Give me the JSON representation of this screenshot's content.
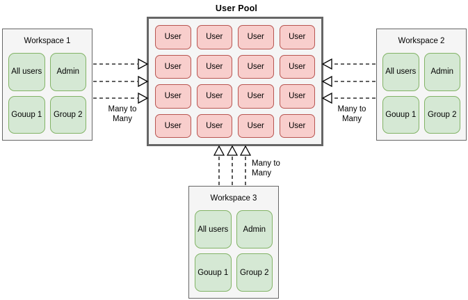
{
  "diagram": {
    "title": "User Pool",
    "relationship_label": "Many to\nMany"
  },
  "pool": {
    "title": "User Pool",
    "fill_color": "#f5f5f5",
    "border_color": "#666666",
    "chip_fill": "#f8cecc",
    "chip_border": "#b85450",
    "columns": 4,
    "rows": 4,
    "users": [
      "User",
      "User",
      "User",
      "User",
      "User",
      "User",
      "User",
      "User",
      "User",
      "User",
      "User",
      "User",
      "User",
      "User",
      "User",
      "User"
    ]
  },
  "workspaces": [
    {
      "id": "ws1",
      "title": "Workspace 1",
      "groups": [
        "All users",
        "Admin",
        "Gouup 1",
        "Group 2"
      ],
      "relationship": "Many to\nMany",
      "connector_count": 3,
      "connector_direction": "to-pool-right"
    },
    {
      "id": "ws2",
      "title": "Workspace 2",
      "groups": [
        "All users",
        "Admin",
        "Gouup 1",
        "Group 2"
      ],
      "relationship": "Many to\nMany",
      "connector_count": 3,
      "connector_direction": "to-pool-left"
    },
    {
      "id": "ws3",
      "title": "Workspace 3",
      "groups": [
        "All users",
        "Admin",
        "Gouup 1",
        "Group 2"
      ],
      "relationship": "Many to\nMany",
      "connector_count": 3,
      "connector_direction": "to-pool-up"
    }
  ],
  "colors": {
    "group_fill": "#d5e8d4",
    "group_border": "#82b366",
    "workspace_fill": "#f5f5f5",
    "workspace_border": "#666666",
    "canvas_background": "#ffffff",
    "connector_stroke": "#000000"
  }
}
